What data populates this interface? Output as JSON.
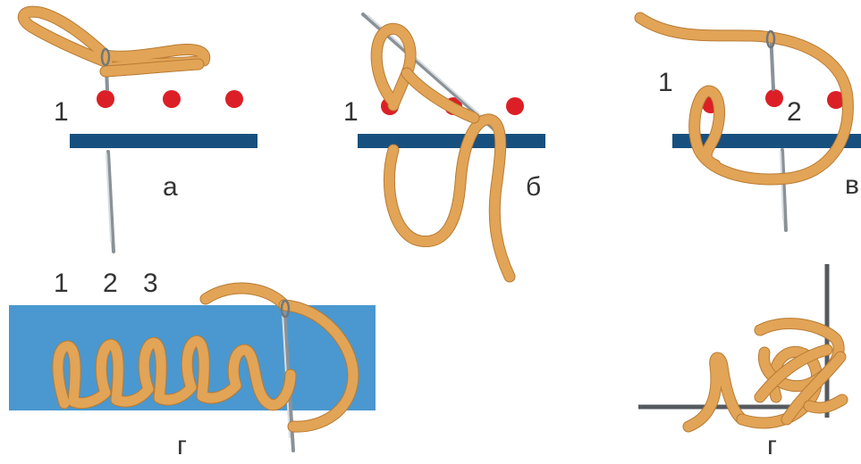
{
  "colors": {
    "thread": "#e2a456",
    "thread_edge": "#b87b34",
    "fabric_bar": "#17507f",
    "fabric_sheet": "#4a98cf",
    "point": "#dc1f26",
    "needle": "#8a9298",
    "frame_line": "#555a5e"
  },
  "panels": [
    {
      "id": "a",
      "letter": "а",
      "point_label": "1"
    },
    {
      "id": "b",
      "letter": "б",
      "point_label": "1"
    },
    {
      "id": "v",
      "letter": "в",
      "point_labels": [
        "1",
        "2"
      ]
    },
    {
      "id": "g1",
      "letter": "г",
      "point_labels": [
        "1",
        "2",
        "3"
      ]
    },
    {
      "id": "g2",
      "letter": "г"
    }
  ]
}
